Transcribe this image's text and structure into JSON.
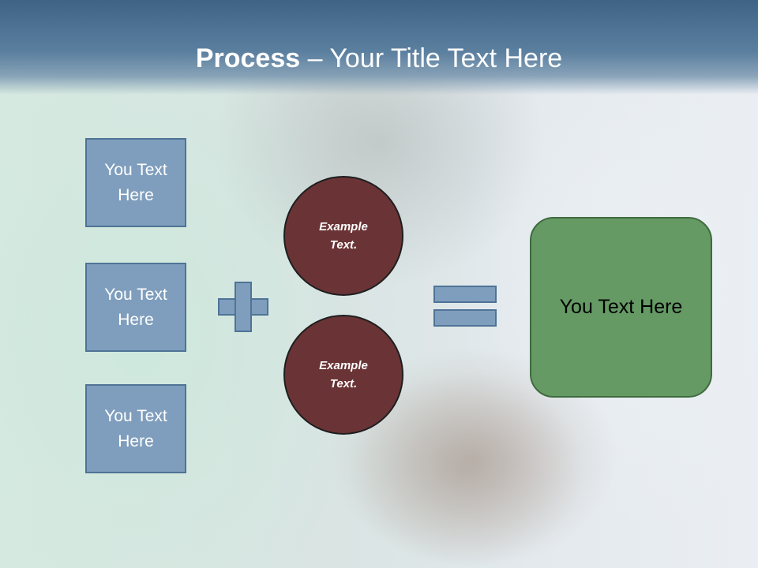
{
  "slide": {
    "title_bold": "Process",
    "title_rest": " – Your Title Text Here",
    "left_boxes": [
      "You Text Here",
      "You Text Here",
      "You Text Here"
    ],
    "circles": [
      "Example Text.",
      "Example Text."
    ],
    "result_text": "You Text Here"
  },
  "colors": {
    "header": "#4a6e90",
    "box_fill": "#7f9ebd",
    "circle_fill": "#6a3436",
    "result_fill": "#659a64"
  },
  "icons": {
    "plus": "plus-icon",
    "equals": "equals-icon"
  }
}
